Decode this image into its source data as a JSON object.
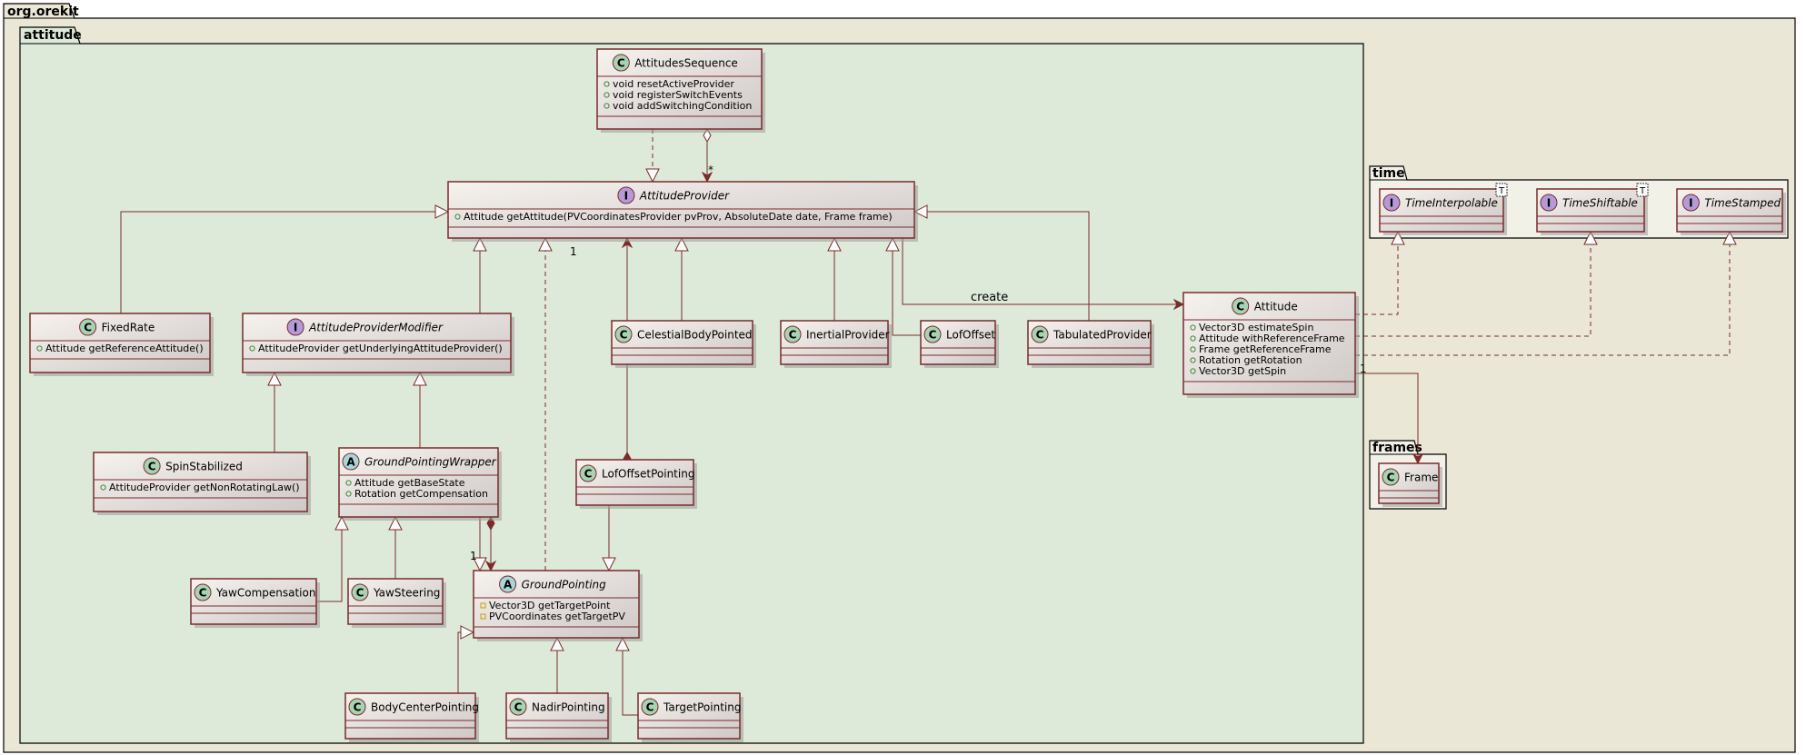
{
  "packages": {
    "org_orekit": "org.orekit",
    "attitude": "attitude",
    "time": "time",
    "frames": "frames"
  },
  "colors": {
    "outer_pkg_bg": "#eae7d6",
    "attitude_pkg_bg": "#ddead9",
    "time_pkg_bg": "#f2f1e8",
    "class_border": "#7a2b2b",
    "class_fill_light": "#f6f2ee",
    "class_fill_dark": "#cec8c6",
    "circle_class": "#a7d3b3",
    "circle_interface": "#b49ad8",
    "circle_abstract": "#a7d5d8",
    "edge": "#7a2b2b",
    "visibility_public": "#3a8a3a",
    "visibility_protected": "#c2a000"
  },
  "classes": {
    "attitudes_sequence": {
      "kind": "C",
      "name": "AttitudesSequence",
      "members": [
        "void resetActiveProvider",
        "void registerSwitchEvents",
        "void addSwitchingCondition"
      ]
    },
    "attitude_provider": {
      "kind": "I",
      "name": "AttitudeProvider",
      "members": [
        "Attitude getAttitude(PVCoordinatesProvider pvProv, AbsoluteDate date, Frame frame)"
      ]
    },
    "fixed_rate": {
      "kind": "C",
      "name": "FixedRate",
      "members": [
        "Attitude getReferenceAttitude()"
      ]
    },
    "attitude_provider_modifier": {
      "kind": "I",
      "name": "AttitudeProviderModifier",
      "members": [
        "AttitudeProvider getUnderlyingAttitudeProvider()"
      ]
    },
    "celestial_body_pointed": {
      "kind": "C",
      "name": "CelestialBodyPointed",
      "members": []
    },
    "inertial_provider": {
      "kind": "C",
      "name": "InertialProvider",
      "members": []
    },
    "lof_offset": {
      "kind": "C",
      "name": "LofOffset",
      "members": []
    },
    "tabulated_provider": {
      "kind": "C",
      "name": "TabulatedProvider",
      "members": []
    },
    "attitude": {
      "kind": "C",
      "name": "Attitude",
      "members": [
        "Vector3D estimateSpin",
        "Attitude withReferenceFrame",
        "Frame getReferenceFrame",
        "Rotation getRotation",
        "Vector3D getSpin"
      ]
    },
    "spin_stabilized": {
      "kind": "C",
      "name": "SpinStabilized",
      "members": [
        "AttitudeProvider getNonRotatingLaw()"
      ]
    },
    "ground_pointing_wrapper": {
      "kind": "A",
      "name": "GroundPointingWrapper",
      "members": [
        "Attitude getBaseState",
        "Rotation getCompensation"
      ]
    },
    "lof_offset_pointing": {
      "kind": "C",
      "name": "LofOffsetPointing",
      "members": []
    },
    "yaw_compensation": {
      "kind": "C",
      "name": "YawCompensation",
      "members": []
    },
    "yaw_steering": {
      "kind": "C",
      "name": "YawSteering",
      "members": []
    },
    "ground_pointing": {
      "kind": "A",
      "name": "GroundPointing",
      "members": [
        "Vector3D getTargetPoint",
        "PVCoordinates getTargetPV"
      ]
    },
    "body_center_pointing": {
      "kind": "C",
      "name": "BodyCenterPointing",
      "members": []
    },
    "nadir_pointing": {
      "kind": "C",
      "name": "NadirPointing",
      "members": []
    },
    "target_pointing": {
      "kind": "C",
      "name": "TargetPointing",
      "members": []
    },
    "time_interpolable": {
      "kind": "I",
      "name": "TimeInterpolable",
      "members": [],
      "tparam": "T"
    },
    "time_shiftable": {
      "kind": "I",
      "name": "TimeShiftable",
      "members": [],
      "tparam": "T"
    },
    "time_stamped": {
      "kind": "I",
      "name": "TimeStamped",
      "members": []
    },
    "frame": {
      "kind": "C",
      "name": "Frame",
      "members": []
    }
  },
  "labels": {
    "star": "*",
    "one_a": "1",
    "one_b": "1",
    "one_c": "1",
    "create": "create"
  }
}
